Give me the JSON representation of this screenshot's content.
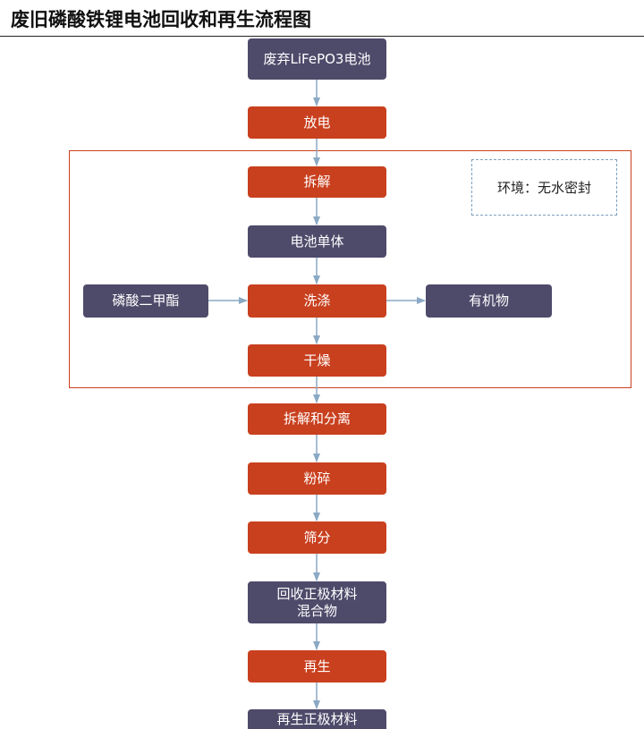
{
  "title": "废旧磷酸铁锂电池回收和再生流程图",
  "colors": {
    "process_red": "#c9401f",
    "product_purple": "#4e4a6a",
    "arrow": "#8aa9c4",
    "region_border": "#c9401f",
    "note_border": "#7da0bf"
  },
  "nodes": {
    "spent_battery": "废弃LiFePO3电池",
    "discharge": "放电",
    "disassemble": "拆解",
    "battery_cell": "电池单体",
    "dmc": "磷酸二甲酯",
    "washing": "洗涤",
    "organics": "有机物",
    "drying": "干燥",
    "disassemble_separate": "拆解和分离",
    "crushing": "粉碎",
    "sieving": "筛分",
    "cathode_mix": "回收正极材料\n混合物",
    "regeneration": "再生",
    "regenerated_cathode": "再生正极材料"
  },
  "note": "环境：无水密封"
}
